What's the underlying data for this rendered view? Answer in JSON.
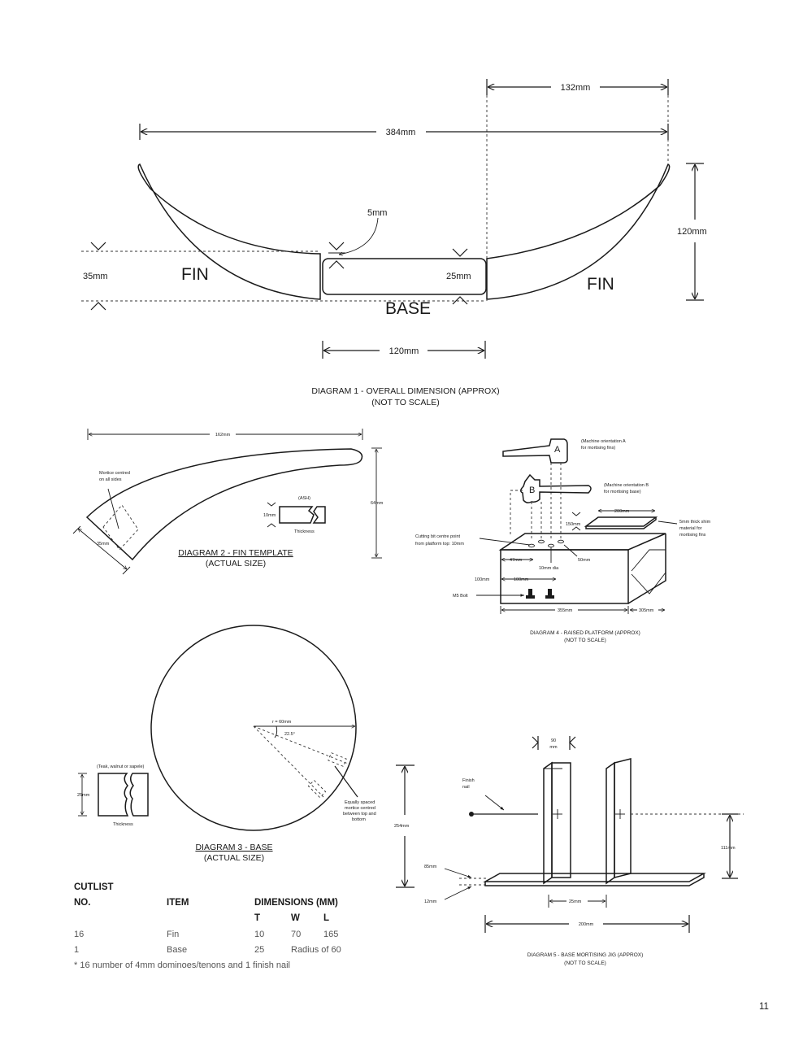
{
  "diagram1": {
    "dim_132": "132mm",
    "dim_384": "384mm",
    "dim_5": "5mm",
    "dim_120_h": "120mm",
    "dim_35": "35mm",
    "dim_25": "25mm",
    "label_fin_left": "FIN",
    "label_fin_right": "FIN",
    "label_base": "BASE",
    "dim_120_w": "120mm",
    "caption_line1": "DIAGRAM 1 - OVERALL DIMENSION (APPROX)",
    "caption_line2": "(NOT TO SCALE)"
  },
  "diagram2": {
    "dim_162": "162mm",
    "dim_64": "64mm",
    "dim_35": "35mm",
    "mortice_line1": "Mortice centred",
    "mortice_line2": "on all sides",
    "ash": "(ASH)",
    "dim_10": "10mm",
    "thickness": "Thickness",
    "caption_line1": "DIAGRAM 2 - FIN TEMPLATE",
    "caption_line2": "(ACTUAL SIZE)"
  },
  "diagram3": {
    "radius": "r = 60mm",
    "angle": "22.5°",
    "wood": "(Teak, walnut or sapele)",
    "dim_25": "25mm",
    "thickness": "Thickness",
    "note_line1": "Equally spaced",
    "note_line2": "mortice centred",
    "note_line3": "between top and",
    "note_line4": "bottom",
    "caption_line1": "DIAGRAM 3 - BASE",
    "caption_line2": "(ACTUAL SIZE)"
  },
  "diagram4": {
    "label_a": "A",
    "label_b": "B",
    "orient_a_line1": "(Machine orientation A",
    "orient_a_line2": "for mortising fins)",
    "orient_b_line1": "(Machine orientation B",
    "orient_b_line2": "for mortising base)",
    "dim_200": "200mm",
    "dim_150": "150mm",
    "shim_line1": "5mm thick shim",
    "shim_line2": "material for",
    "shim_line3": "mortising fins",
    "bit_line1": "Cutting bit centre point",
    "bit_line2": "from platform top: 10mm",
    "dim_47": "47mm",
    "dim_50": "50mm",
    "dim_10_dia": "10mm dia",
    "dim_100_a": "100mm",
    "dim_100_b": "100mm",
    "bolt": "M5 Bolt",
    "dim_355": "355mm",
    "dim_305": "305mm",
    "caption_line1": "DIAGRAM 4 - RAISED PLATFORM (APPROX)",
    "caption_line2": "(NOT TO SCALE)"
  },
  "diagram5": {
    "dim_90_line1": "90",
    "dim_90_line2": "mm",
    "finish_line1": "Finish",
    "finish_line2": "nail",
    "dim_254": "254mm",
    "dim_111": "111mm",
    "dim_85": "85mm",
    "dim_12": "12mm",
    "dim_25": "25mm",
    "dim_200": "200mm",
    "caption_line1": "DIAGRAM 5 - BASE MORTISING JIG (APPROX)",
    "caption_line2": "(NOT TO SCALE)"
  },
  "cutlist": {
    "title": "CUTLIST",
    "headers": {
      "no": "NO.",
      "item": "ITEM",
      "dimensions": "DIMENSIONS (MM)",
      "t": "T",
      "w": "W",
      "l": "L"
    },
    "rows": [
      {
        "no": "16",
        "item": "Fin",
        "t": "10",
        "w": "70",
        "l": "165"
      },
      {
        "no": "1",
        "item": "Base",
        "t": "25",
        "wl": "Radius of 60"
      }
    ],
    "footnote": "* 16 number of 4mm dominoes/tenons and 1 finish nail"
  },
  "page_number": "11"
}
